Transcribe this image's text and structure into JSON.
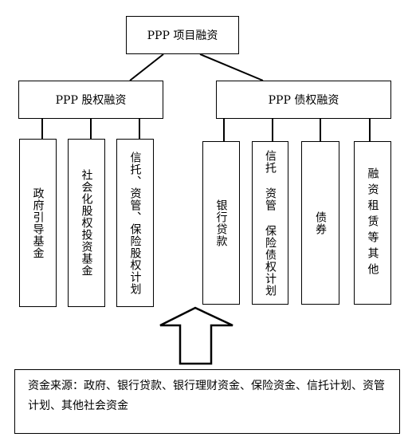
{
  "root": {
    "label": "PPP 项目融资"
  },
  "equity": {
    "label": "PPP 股权融资",
    "items": [
      "政府引导基金",
      "社会化股权投资基金",
      "信托、资管、保险股权计划"
    ]
  },
  "debt": {
    "label": "PPP 债权融资",
    "items": [
      "银行贷款",
      "信托 资管 保险债权计划",
      "债券",
      "融资租赁等其他"
    ]
  },
  "source": {
    "text": "资金来源：政府、银行贷款、银行理财资金、保险资金、信托计划、资管计划、其他社会资金"
  }
}
